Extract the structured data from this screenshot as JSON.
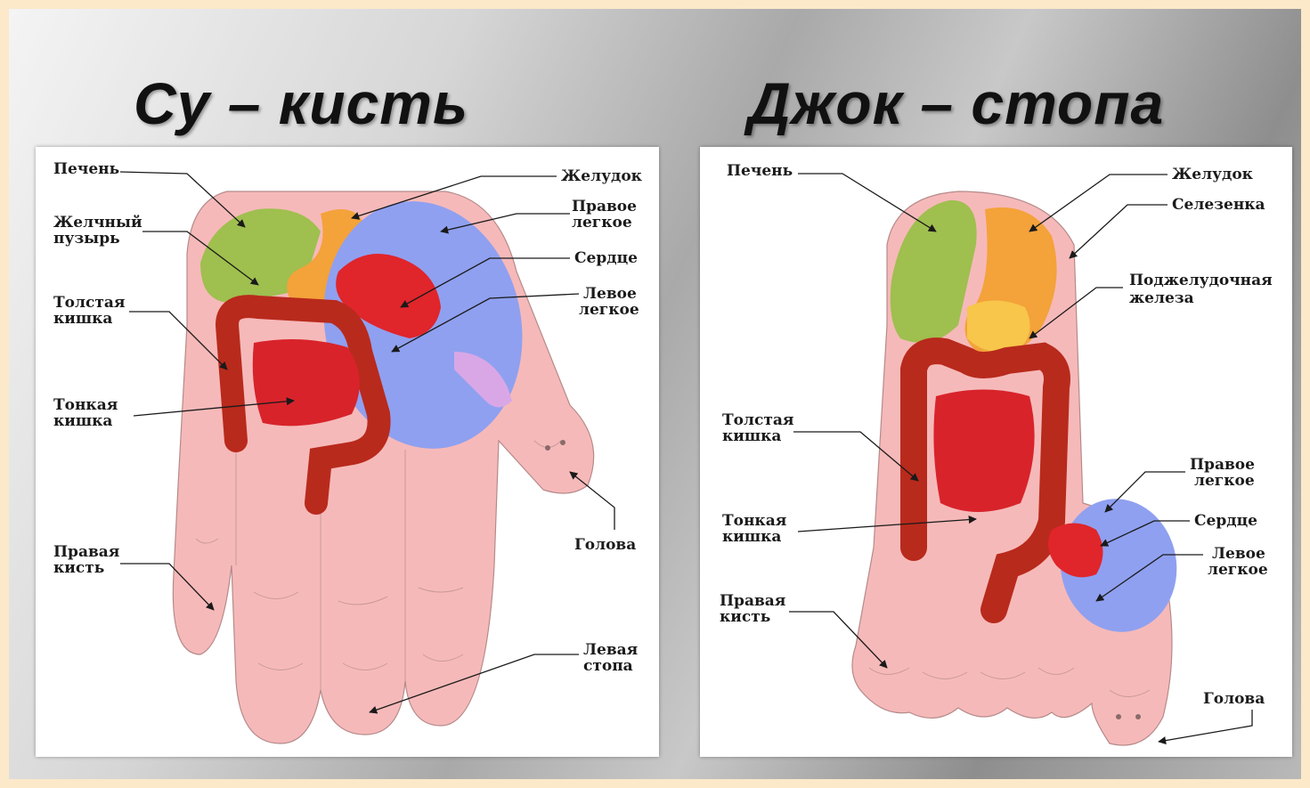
{
  "titles": {
    "left": "Су – кисть",
    "right": "Джок – стопа"
  },
  "hand": {
    "liver": "Печень",
    "gallbladder_1": "Желчный",
    "gallbladder_2": "пузырь",
    "colon_1": "Толстая",
    "colon_2": "кишка",
    "small_intestine_1": "Тонкая",
    "small_intestine_2": "кишка",
    "right_hand_1": "Правая",
    "right_hand_2": "кисть",
    "stomach": "Желудок",
    "right_lung_1": "Правое",
    "right_lung_2": "легкое",
    "heart": "Сердце",
    "left_lung_1": "Левое",
    "left_lung_2": "легкое",
    "head": "Голова",
    "left_foot_1": "Левая",
    "left_foot_2": "стопа"
  },
  "foot": {
    "liver": "Печень",
    "colon_1": "Толстая",
    "colon_2": "кишка",
    "small_intestine_1": "Тонкая",
    "small_intestine_2": "кишка",
    "right_hand_1": "Правая",
    "right_hand_2": "кисть",
    "stomach": "Желудок",
    "spleen": "Селезенка",
    "pancreas_1": "Поджелудочная",
    "pancreas_2": "железа",
    "right_lung_1": "Правое",
    "right_lung_2": "легкое",
    "heart": "Сердце",
    "left_lung_1": "Левое",
    "left_lung_2": "легкое",
    "head": "Голова"
  },
  "colors": {
    "skin": "#f6b9b9",
    "liver": "#9fbf4f",
    "stomach": "#f4a23a",
    "lung": "#8fa0f0",
    "heart": "#e0252b",
    "intestine": "#b82a1c"
  }
}
